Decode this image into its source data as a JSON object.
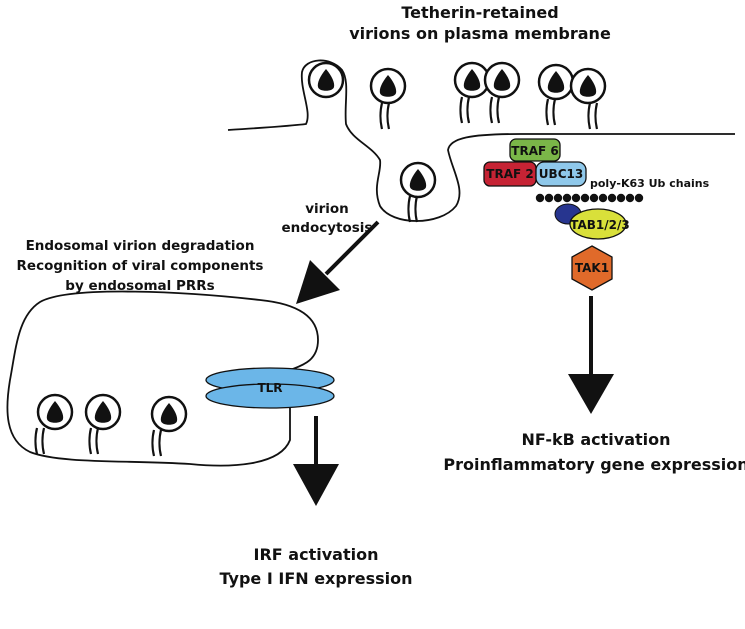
{
  "labels": {
    "top_title_line1": "Tetherin-retained",
    "top_title_line2": "virions on plasma membrane",
    "endocytosis_line1": "virion",
    "endocytosis_line2": "endocytosis",
    "endosome_line1": "Endosomal virion degradation",
    "endosome_line2": "Recognition of viral components",
    "endosome_line3": "by endosomal PRRs",
    "ub_chains": "poly-K63 Ub chains",
    "nfkb_line1": "NF-kB activation",
    "nfkb_line2": "Proinflammatory gene expression",
    "irf_line1": "IRF activation",
    "irf_line2": "Type I IFN expression"
  },
  "proteins": {
    "traf6": "TRAF 6",
    "traf2": "TRAF 2",
    "ubc13": "UBC13",
    "tab": "TAB1/2/3",
    "tak1": "TAK1",
    "tlr": "TLR"
  },
  "colors": {
    "traf6": "#7ab648",
    "traf2": "#c62334",
    "ubc13": "#8fc8ea",
    "tab": "#d9e03a",
    "tab_partner": "#27358f",
    "tak1": "#e06a2a",
    "tlr": "#6bb6e8",
    "ink": "#111111"
  }
}
